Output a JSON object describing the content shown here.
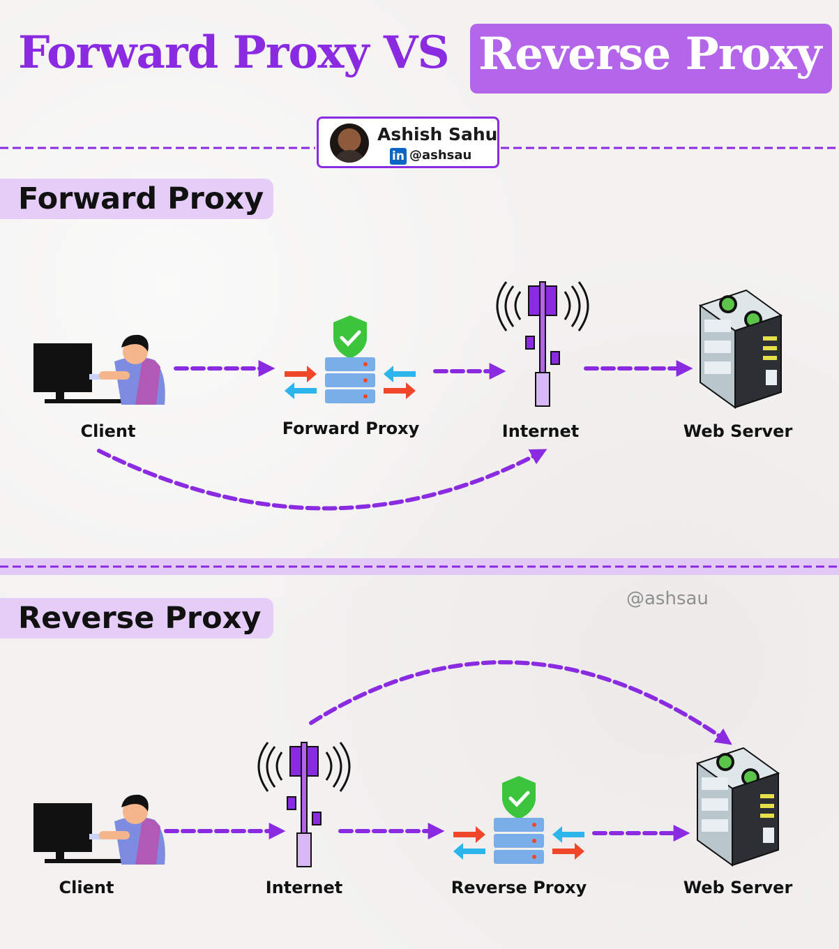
{
  "title": {
    "part1": "Forward Proxy VS",
    "part2": "Reverse Proxy",
    "accent_color": "#8a2be2",
    "box_color": "#b366ea"
  },
  "author": {
    "name": "Ashish Sahu",
    "linkedin_badge": "in",
    "handle": "@ashsau"
  },
  "forward_section": {
    "label": "Forward Proxy",
    "nodes": {
      "client": "Client",
      "proxy": "Forward Proxy",
      "internet": "Internet",
      "server": "Web Server"
    }
  },
  "reverse_section": {
    "label": "Reverse Proxy",
    "nodes": {
      "client": "Client",
      "internet": "Internet",
      "proxy": "Reverse Proxy",
      "server": "Web Server"
    }
  },
  "watermark": "@ashsau",
  "icons": {
    "client": "person-at-computer-icon",
    "proxy": "shield-server-icon",
    "internet": "cell-tower-icon",
    "server": "server-rack-icon"
  },
  "colors": {
    "arrow": "#8a2be2",
    "section_bg": "#e5cdf8",
    "shield": "#3cc43c",
    "arrow_red": "#f0472a",
    "arrow_blue": "#2bb5ea"
  }
}
